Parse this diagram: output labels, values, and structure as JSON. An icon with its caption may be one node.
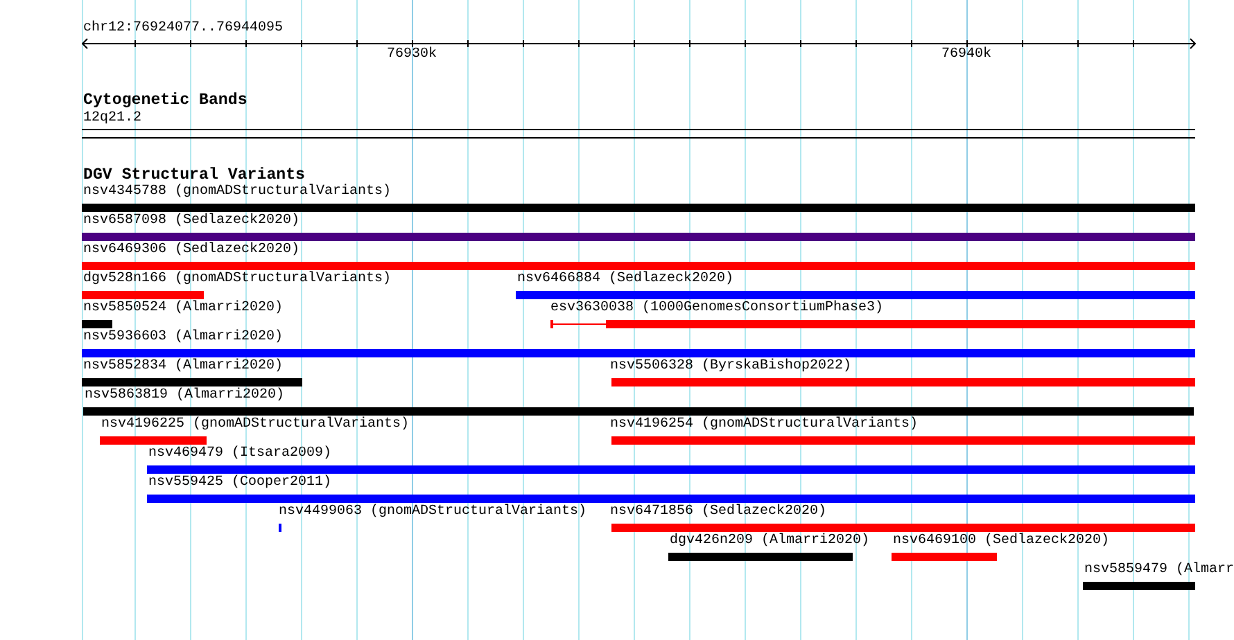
{
  "diagram": {
    "nodes": [
      {
        "text": [
          "12q21.2"
        ]
      },
      {
        "text": [
          "nsv4345788 (gnomADStructuralVariants)"
        ]
      },
      {
        "text": [
          "nsv6587098 (Sedlazeck2020)"
        ]
      },
      {
        "text": [
          "nsv6469306 (Sedlazeck2020)"
        ]
      },
      {
        "text": [
          "dgv528n166 (gnomADStructuralVariants)"
        ]
      },
      {
        "text": [
          "nsv6466884 (Sedlazeck2020)"
        ]
      },
      {
        "text": [
          "nsv5850524 (Almarri2020)"
        ]
      },
      {
        "text": [
          "esv3630038 (1000GenomesConsortiumPhase3)"
        ]
      },
      {
        "text": [
          "nsv5936603 (Almarri2020)"
        ]
      },
      {
        "text": [
          "nsv5852834 (Almarri2020)"
        ]
      },
      {
        "text": [
          "nsv5506328 (ByrskaBishop2022)"
        ]
      },
      {
        "text": [
          "nsv5863819 (Almarri2020)"
        ]
      },
      {
        "text": [
          "nsv4196225 (gnomADStructuralVariants)"
        ]
      },
      {
        "text": [
          "nsv4196254 (gnomADStructuralVariants)"
        ]
      },
      {
        "text": [
          "nsv469479 (Itsara2009)"
        ]
      },
      {
        "text": [
          "nsv559425 (Cooper2011)"
        ]
      },
      {
        "text": [
          "nsv4499063 (gnomADStructuralVariants)"
        ]
      },
      {
        "text": [
          "nsv6471856 (Sedlazeck2020)"
        ]
      },
      {
        "text": [
          "dgv426n209 (Almarri2020)"
        ]
      },
      {
        "text": [
          "nsv6469100 (Sedlazeck2020)"
        ]
      },
      {
        "text": [
          "nsv5859479 (Almarr"
        ]
      }
    ],
    "labels": [
      "chr12:76924077..76944095",
      "76930k",
      "76940k",
      "Cytogenetic Bands",
      "DGV Structural Variants"
    ]
  }
}
